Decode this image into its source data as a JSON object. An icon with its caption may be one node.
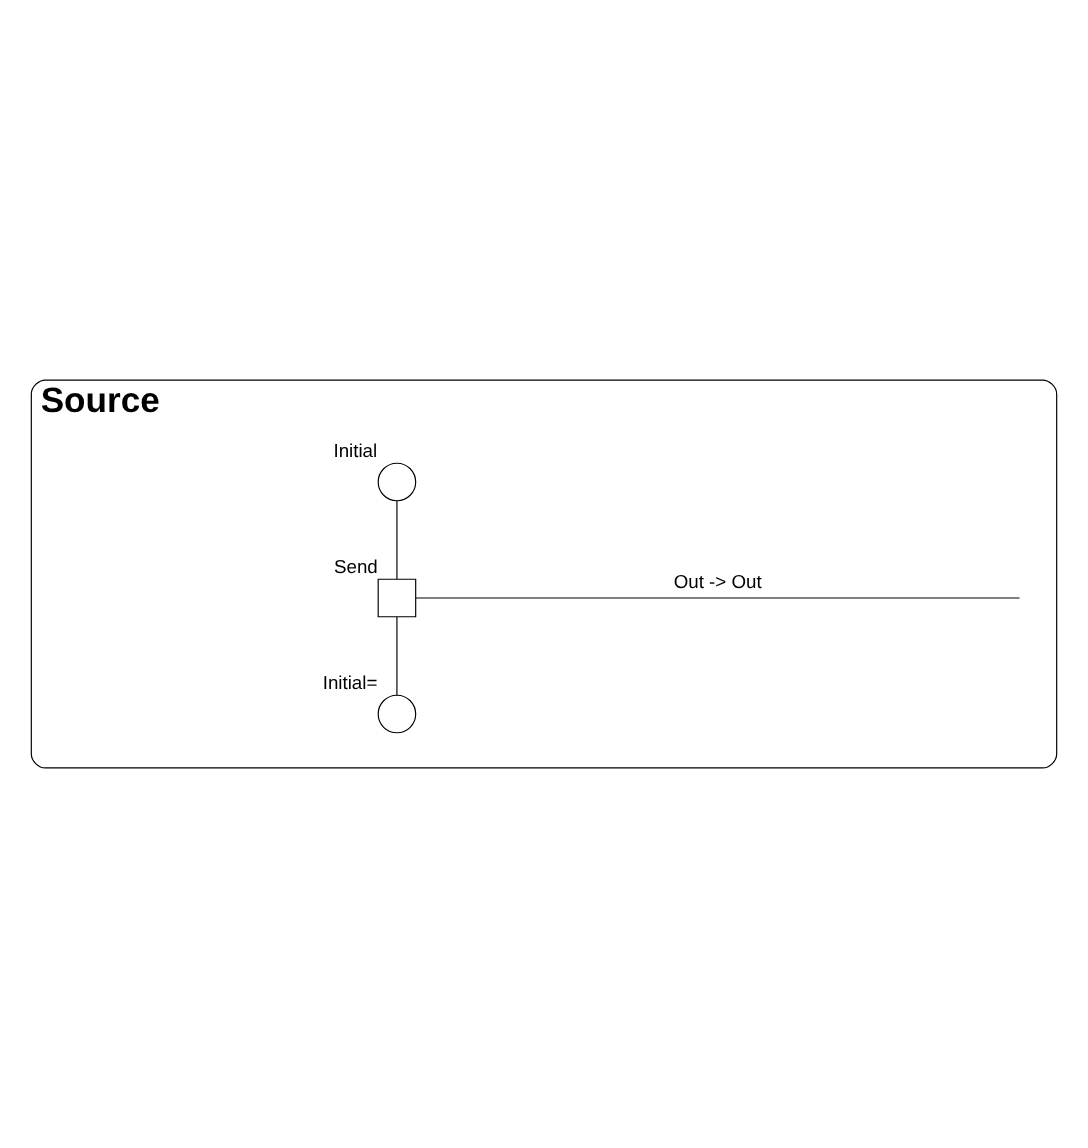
{
  "diagram": {
    "nodes": [
      {
        "text": [
          "Source"
        ]
      },
      {
        "text": [],
        "shape": "circle",
        "in": 0,
        "beside": [
          "Initial"
        ]
      },
      {
        "text": [],
        "shape": "box",
        "in": 0,
        "beside": [
          "Send"
        ]
      },
      {
        "text": [],
        "shape": "circle",
        "in": 0,
        "beside": [
          "Initial="
        ]
      }
    ],
    "edges": [
      {
        "from": 1,
        "to": 2,
        "arrow": "none"
      },
      {
        "from": 2,
        "to": 3,
        "arrow": "none"
      },
      {
        "from": 2,
        "to": null,
        "arrow": "none",
        "label": "Out -> Out"
      }
    ]
  }
}
